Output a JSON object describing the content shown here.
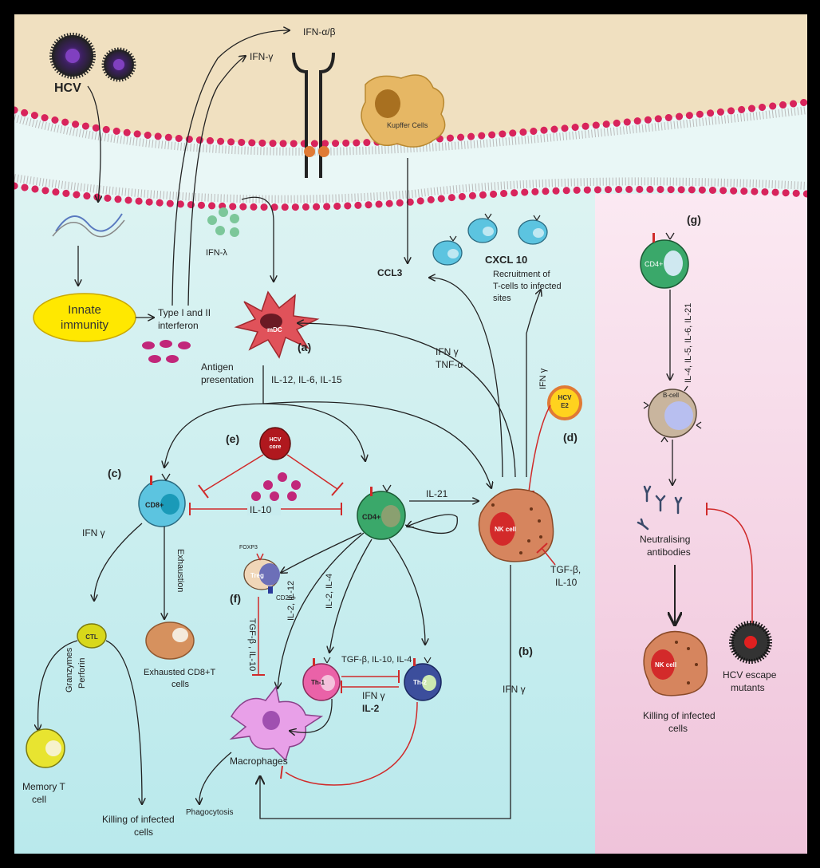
{
  "labels": {
    "hcv": "HCV",
    "ifn_ab": "IFN-α/β",
    "ifn_g_top": "IFN-γ",
    "kupffer": "Kupffer Cells",
    "ifn_lambda": "IFN-λ",
    "ccl3": "CCL3",
    "cxcl10": "CXCL 10",
    "recruit1": "Recruitment of",
    "recruit2": "T-cells to infected",
    "recruit3": "sites",
    "innate1": "Innate",
    "innate2": "immunity",
    "type1": "Type I and II",
    "type2": "interferon",
    "mdc": "mDC",
    "antigen1": "Antigen",
    "antigen2": "presentation",
    "il12": "IL-12, IL-6, IL-15",
    "ifng_tnf1": "IFN γ",
    "ifng_tnf2": "TNF-α",
    "ifng_vert": "IFN γ",
    "hcv_e2_1": "HCV",
    "hcv_e2_2": "E2",
    "hcv_core_1": "HCV",
    "hcv_core_2": "core",
    "cd8": "CD8+",
    "il10": "IL-10",
    "cd4": "CD4+",
    "il21": "IL-21",
    "nk": "NK cell",
    "tgf_il10_1": "TGF-β,",
    "tgf_il10_2": "IL-10",
    "ifng_left": "IFN γ",
    "exhaustion": "Exhaustion",
    "foxp3": "FOXP3",
    "treg": "Treg",
    "cd25": "CD25+",
    "ctl": "CTL",
    "granzymes": "Granzymes",
    "perforin": "Perforin",
    "exhausted1": "Exhausted CD8+T",
    "exhausted2": "cells",
    "memory1": "Memory T",
    "memory2": "cell",
    "killing_left1": "Killing of infected",
    "killing_left2": "cells",
    "tgf_il10_vert": "TGF-β , IL-10",
    "il2_il12": "IL-2, IL-12",
    "il2_il4": "IL-2, IL-4",
    "th1": "Th-1",
    "th2": "Th-2",
    "tgf_il10_il4": "TGF-β, IL-10, IL-4",
    "ifng_th": "IFN γ",
    "il2_th": "IL-2",
    "macrophages": "Macrophages",
    "phagocytosis": "Phagocytosis",
    "ifng_b": "IFN γ",
    "cd4_g": "CD4+",
    "b_cell": "B-cell",
    "il4_series": "IL-4, IL-5, IL-6, IL-21",
    "neutral1": "Neutralising",
    "neutral2": "antibodies",
    "nk_g": "NK cell",
    "escape1": "HCV escape",
    "escape2": "mutants",
    "killing_right1": "Killing of infected",
    "killing_right2": "cells"
  },
  "panels": {
    "a": "(a)",
    "b": "(b)",
    "c": "(c)",
    "d": "(d)",
    "e": "(e)",
    "f": "(f)",
    "g": "(g)"
  },
  "colors": {
    "membrane_top": "#f2e2c2",
    "membrane_dot": "#d8245c",
    "left_bg": "#c8ecee",
    "right_bg": "#f4cfe2",
    "arrow": "#222222",
    "inhibit": "#d02a2a",
    "mdc": "#e0525a",
    "nk": "#d6855e",
    "nk_nucleus": "#d32a2a",
    "t_cell_blue": "#5cc4e0",
    "t_cell_green": "#3aa86a",
    "innate": "#ffe800",
    "ctl": "#d8d81a",
    "th1": "#ea62a8",
    "th2": "#3c4e9c",
    "macrophage": "#e8a0e8",
    "kupffer": "#e6b764",
    "b_cell": "#c9b59e",
    "ifn_lambda_dots": "#7cc79a",
    "cytokine_dots": "#c1277a"
  }
}
